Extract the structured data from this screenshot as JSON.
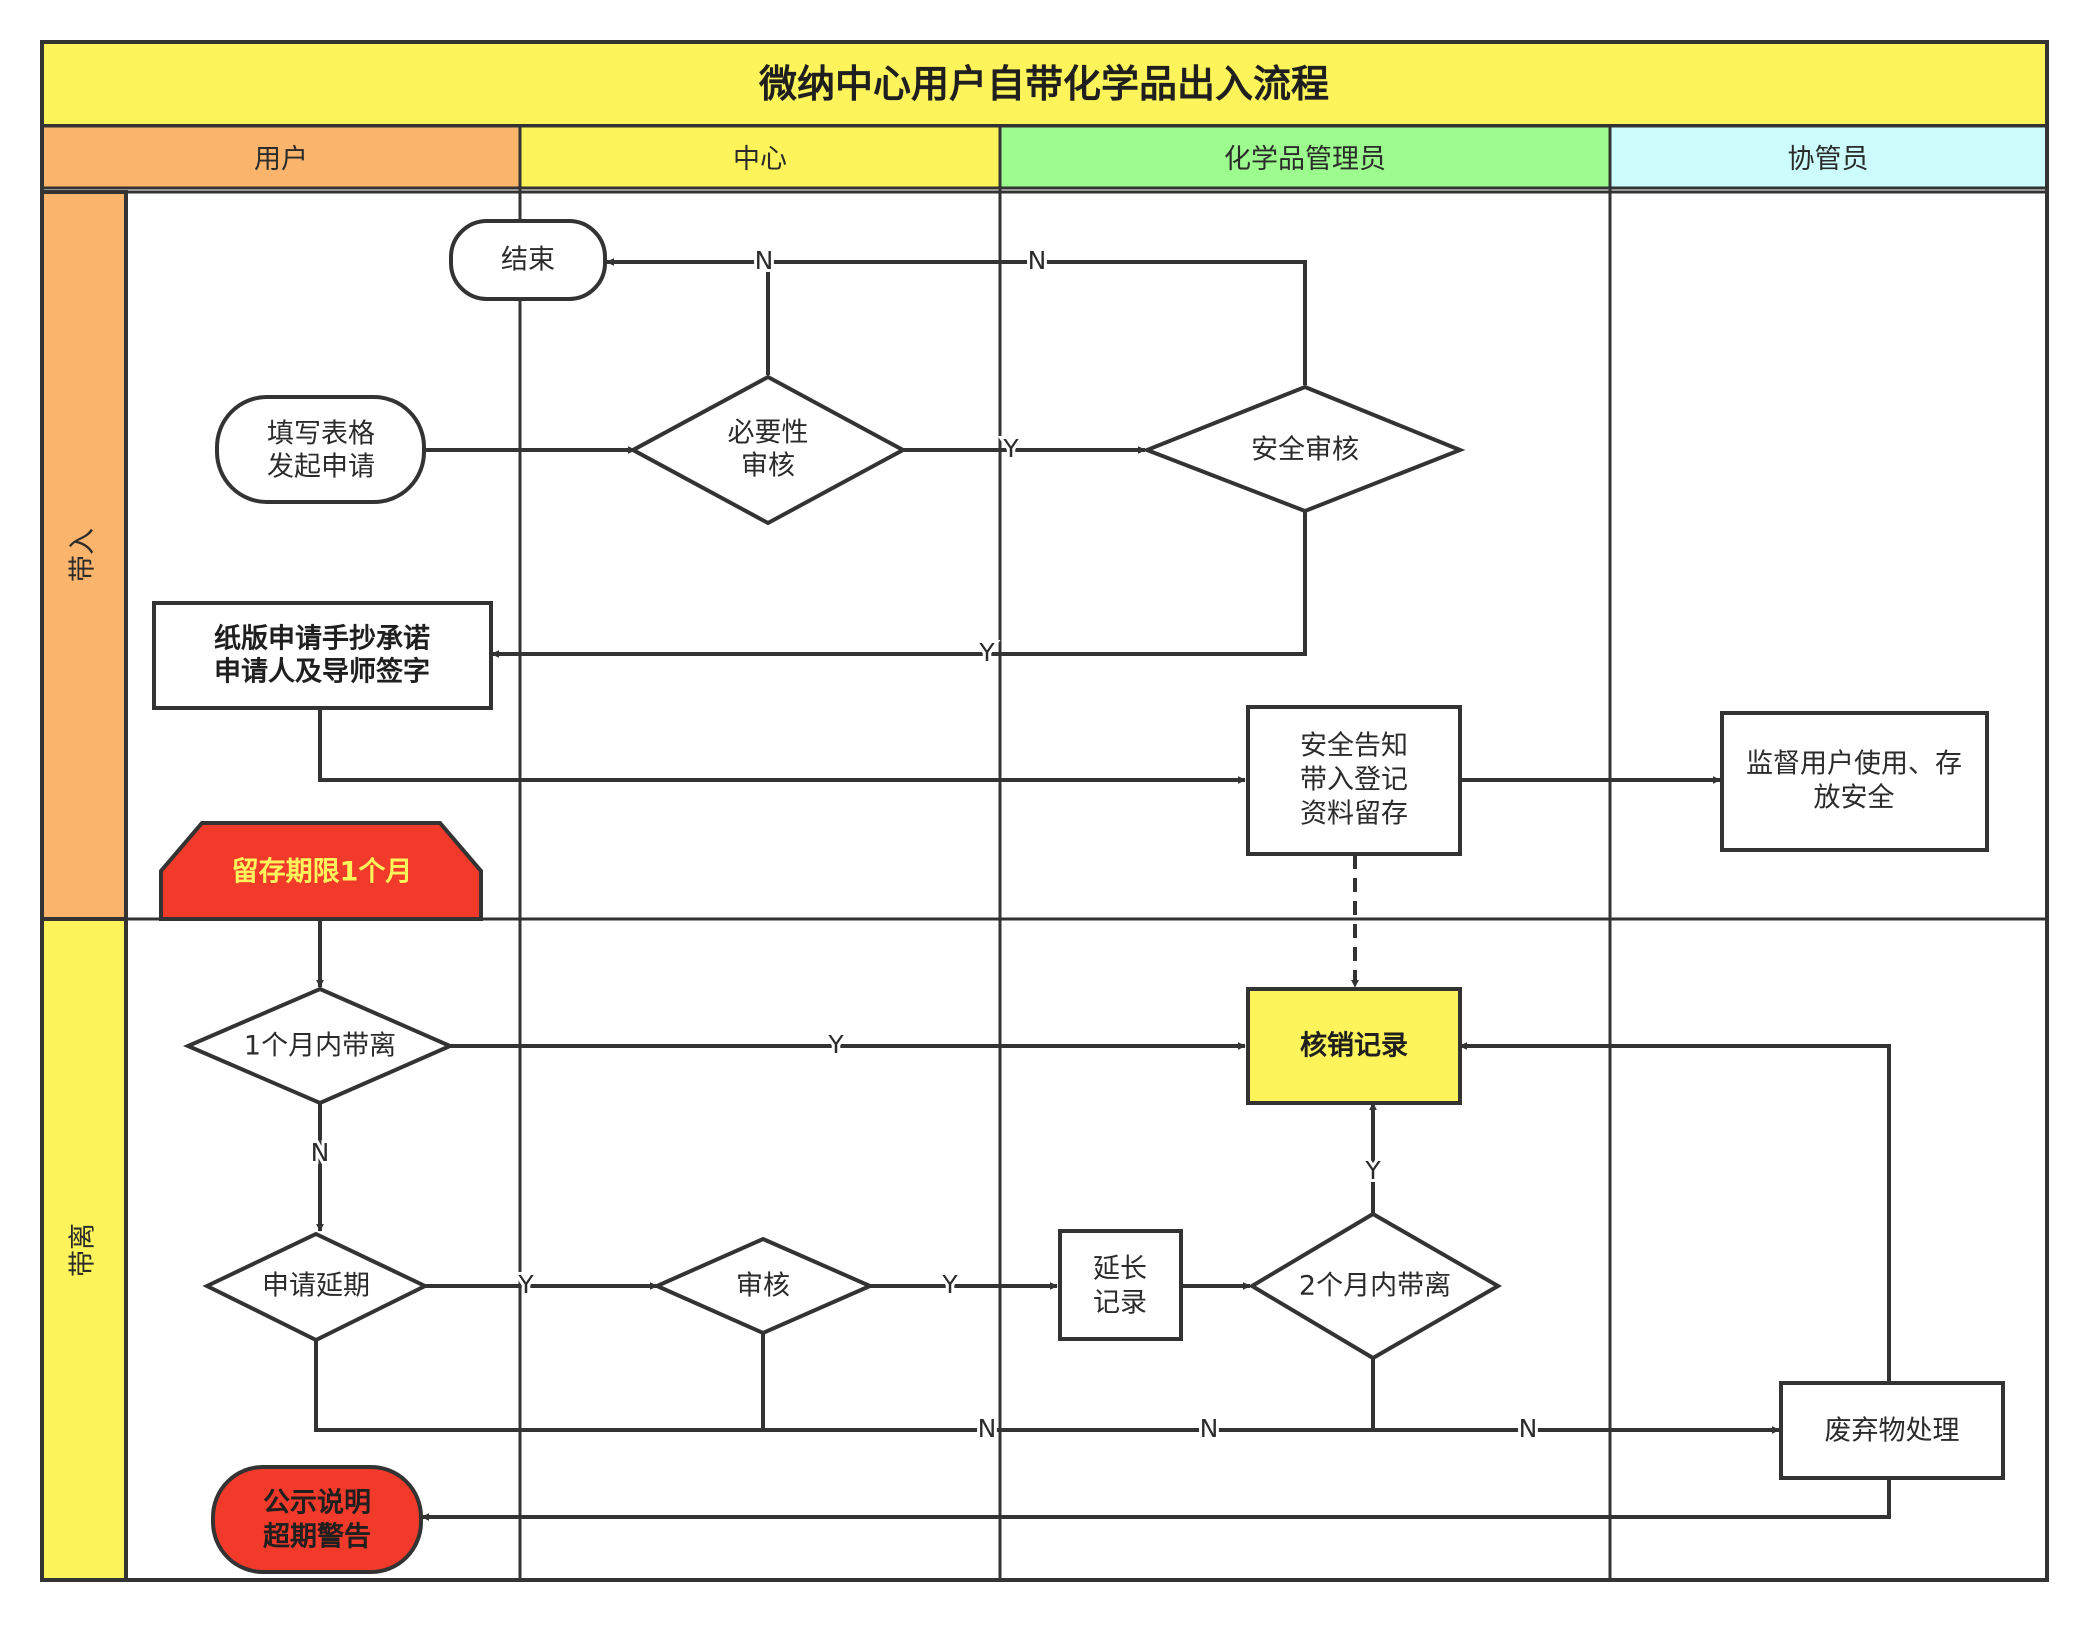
{
  "title": "微纳中心用户自带化学品出入流程",
  "lanes": {
    "user": "用户",
    "center": "中心",
    "admin": "化学品管理员",
    "assistant": "协管员"
  },
  "phases": {
    "bring_in": "带入",
    "take_out": "带离"
  },
  "nodes": {
    "end": "结束",
    "fill_form": [
      "填写表格",
      "发起申请"
    ],
    "necessity_review": [
      "必要性",
      "审核"
    ],
    "safety_review": "安全审核",
    "paper_form": [
      "纸版申请手抄承诺",
      "申请人及导师签字"
    ],
    "safety_notice": [
      "安全告知",
      "带入登记",
      "资料留存"
    ],
    "supervise": [
      "监督用户使用、存",
      "放安全"
    ],
    "retention_limit": "留存期限1个月",
    "within_1_month": "1个月内带离",
    "writeoff_record": "核销记录",
    "apply_extension": "申请延期",
    "review": "审核",
    "extension_record": [
      "延长",
      "记录"
    ],
    "within_2_months": "2个月内带离",
    "waste_disposal": "废弃物处理",
    "public_warning": [
      "公示说明",
      "超期警告"
    ]
  },
  "edge_labels": {
    "yes": "Y",
    "no": "N"
  },
  "colors": {
    "title_bg": "#fcf45a",
    "user_header": "#fbb46b",
    "center_header": "#fcf45a",
    "admin_header": "#9dfc8e",
    "assistant_header": "#ccfcfc",
    "phase_in_bg": "#fbb46b",
    "phase_out_bg": "#fcf45a",
    "alert_red": "#f23a2a",
    "alert_text": "#fcf45a",
    "highlight_box": "#fcf45a",
    "line": "#333333"
  }
}
